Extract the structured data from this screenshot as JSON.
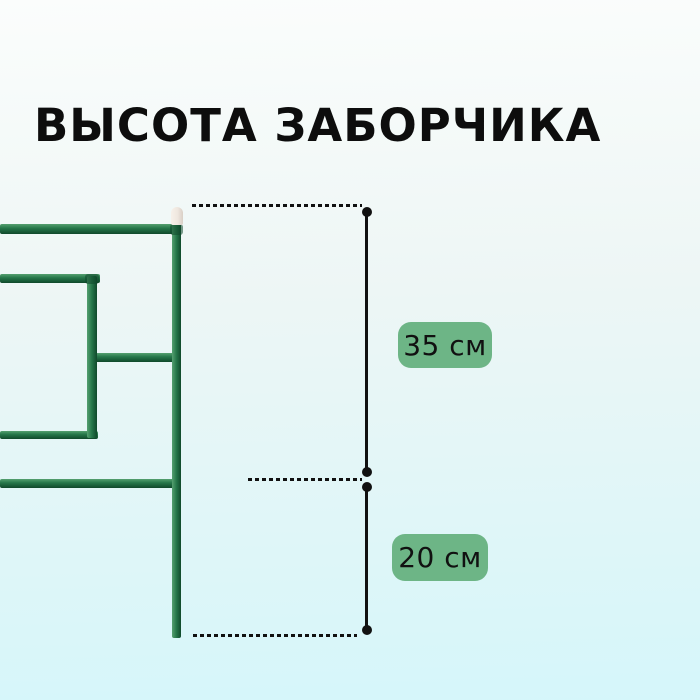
{
  "title": "ВЫСОТА ЗАБОРЧИКА",
  "measurements": [
    {
      "id": "upper-section",
      "label": "35 см",
      "value": 35,
      "unit": "см"
    },
    {
      "id": "lower-section",
      "label": "20 см",
      "value": 20,
      "unit": "см"
    }
  ],
  "colors": {
    "background_top": "#fbfdfc",
    "background_mid": "#edf6f5",
    "background_bottom": "#d5f6fa",
    "title_black": "#0d0d0d",
    "line_black": "#111111",
    "fence_green": "#26774a",
    "fence_green_light": "#55a070",
    "fence_green_dark": "#10492b",
    "badge_green": "#6db586",
    "post_cap": "#efe7df"
  }
}
